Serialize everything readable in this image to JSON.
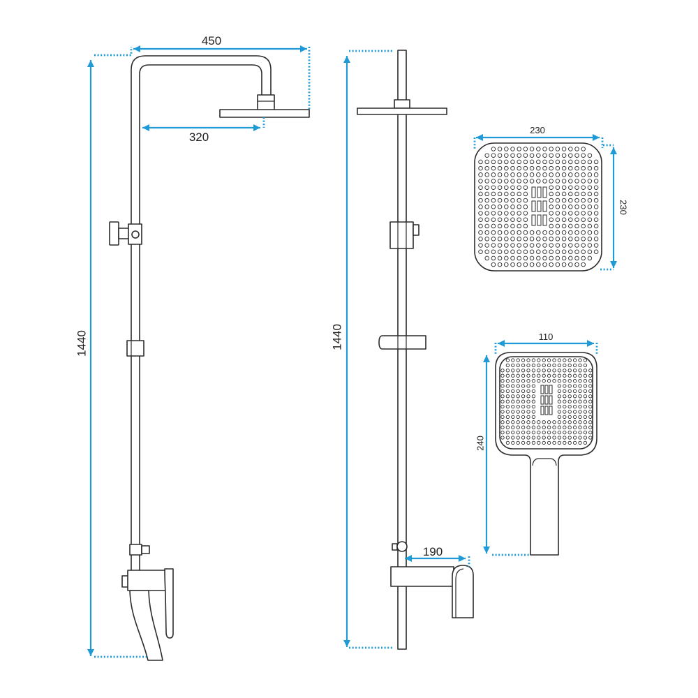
{
  "side_view": {
    "top_width": "450",
    "arm_reach": "320",
    "total_height": "1440"
  },
  "front_view": {
    "total_height": "1440",
    "mixer_projection": "190"
  },
  "overhead_shower": {
    "width": "230",
    "height": "230"
  },
  "hand_shower": {
    "width": "110",
    "length": "240"
  },
  "colors": {
    "dimension_lines": "#1f9ad6",
    "outline": "#2b2b2b"
  }
}
